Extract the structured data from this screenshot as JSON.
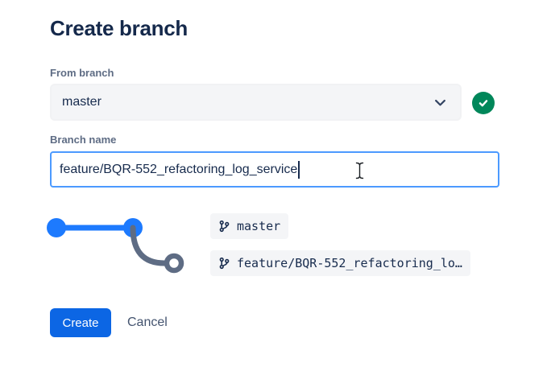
{
  "dialog": {
    "title": "Create branch",
    "from_branch": {
      "label": "From branch",
      "selected_value": "master",
      "status": "valid"
    },
    "branch_name": {
      "label": "Branch name",
      "value": "feature/BQR-552_refactoring_log_service"
    },
    "diagram": {
      "source_branch": "master",
      "new_branch": "feature/BQR-552_refactoring_lo…"
    },
    "actions": {
      "create_label": "Create",
      "cancel_label": "Cancel"
    },
    "colors": {
      "primary_blue": "#0C66E4",
      "graph_blue": "#1D7AFE",
      "graph_gray": "#5E6C84",
      "success_green": "#00875A",
      "focus_border": "#4C9AFF",
      "text_dark": "#172B4D",
      "label_gray": "#5E6C84",
      "field_bg": "#F4F5F7"
    }
  }
}
